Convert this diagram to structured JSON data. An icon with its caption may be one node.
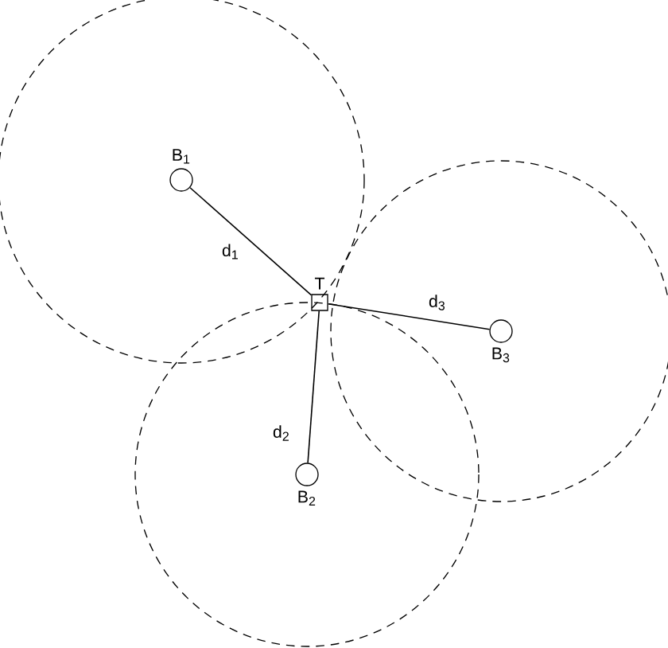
{
  "diagram": {
    "nodes": [
      {
        "text": [
          "B$_{1}$"
        ]
      },
      {
        "text": [
          "T"
        ]
      },
      {
        "text": [
          "B$_{3}$"
        ]
      },
      {
        "text": [
          "B$_{2}$"
        ]
      }
    ],
    "edges": [
      {
        "from": 0,
        "to": 1,
        "arrow": "none",
        "label": "d$_{1}$"
      },
      {
        "from": 1,
        "to": 2,
        "arrow": "none",
        "label": "d$_{3}$"
      },
      {
        "from": 1,
        "to": 3,
        "arrow": "none",
        "label": "d$_{2}$"
      }
    ]
  }
}
